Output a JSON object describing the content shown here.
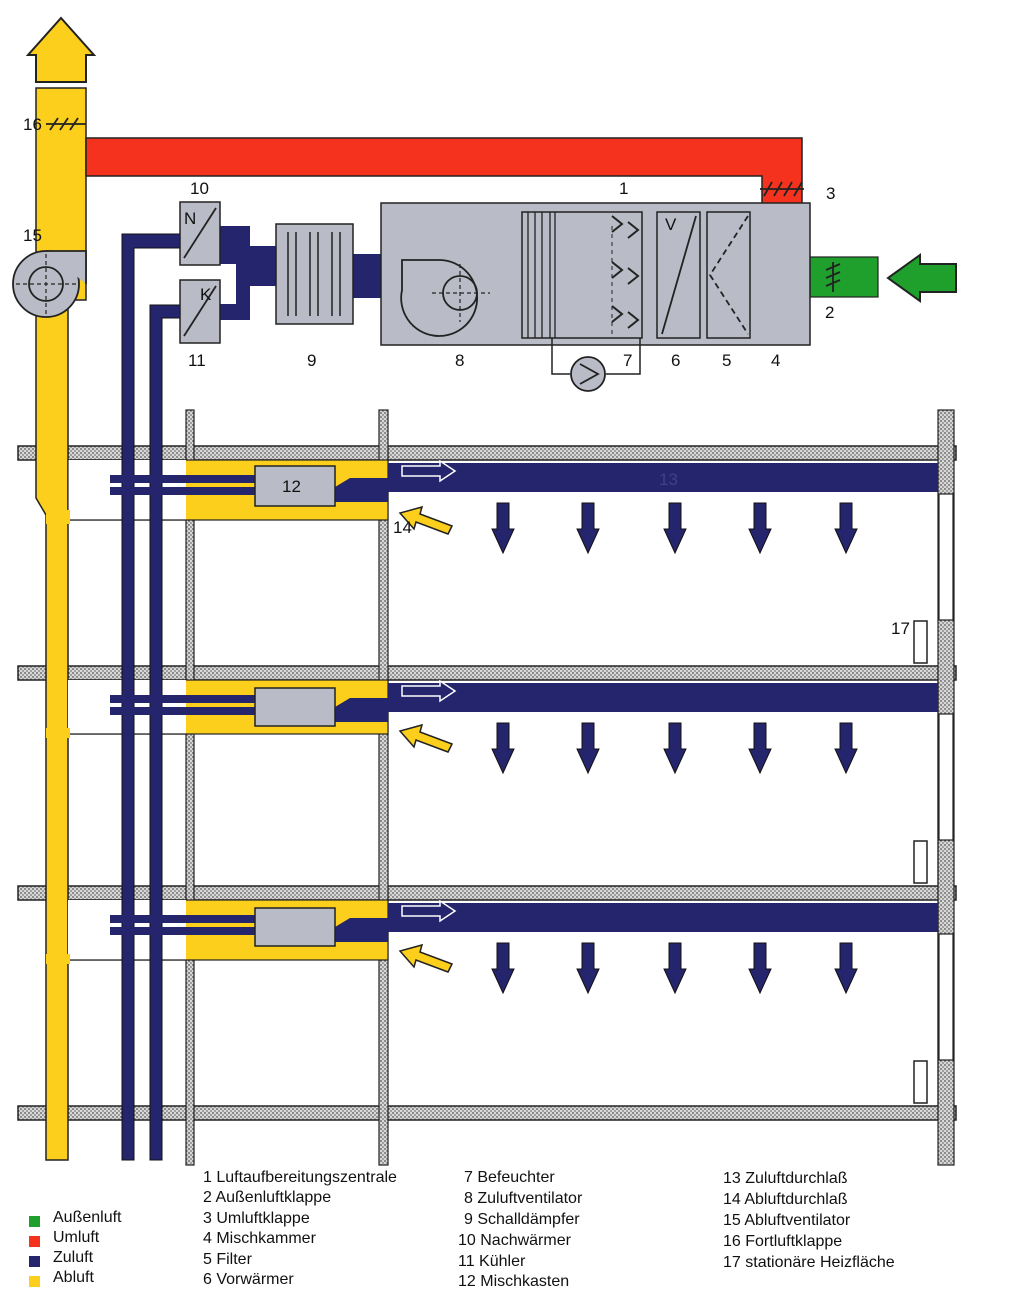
{
  "colors": {
    "aussenluft": "#1fa02d",
    "umluft": "#f5321e",
    "zuluft": "#25256e",
    "abluft": "#fbcf1c",
    "unit": "#b9bcc6",
    "slab": "#c8c8c8"
  },
  "component_numbers": {
    "n1": "1",
    "n2": "2",
    "n3": "3",
    "n4": "4",
    "n5": "5",
    "n6": "6",
    "n7": "7",
    "n8": "8",
    "n9": "9",
    "n10": "10",
    "n11": "11",
    "n12": "12",
    "n13": "13",
    "n14": "14",
    "n15": "15",
    "n16": "16",
    "n17": "17"
  },
  "unit_letters": {
    "nachwaermer": "N",
    "kuehler": "K",
    "vorwaermer": "V"
  },
  "legend": {
    "air_types": [
      {
        "label": "Außenluft",
        "color": "#1fa02d"
      },
      {
        "label": "Umluft",
        "color": "#f5321e"
      },
      {
        "label": "Zuluft",
        "color": "#25256e"
      },
      {
        "label": "Abluft",
        "color": "#fbcf1c"
      }
    ],
    "components_col1": [
      "1  Luftaufbereitungszentrale",
      "2  Außenluftklappe",
      "3  Umluftklappe",
      "4  Mischkammer",
      "5  Filter",
      "6  Vorwärmer"
    ],
    "components_col2": [
      "7  Befeuchter",
      "8  Zuluftventilator",
      "9  Schalldämpfer",
      "10  Nachwärmer",
      "11  Kühler",
      "12  Mischkasten"
    ],
    "components_col3": [
      "13  Zuluftdurchlaß",
      "14  Abluftdurchlaß",
      "15  Abluftventilator",
      "16  Fortluftklappe",
      "17  stationäre Heizfläche"
    ]
  }
}
